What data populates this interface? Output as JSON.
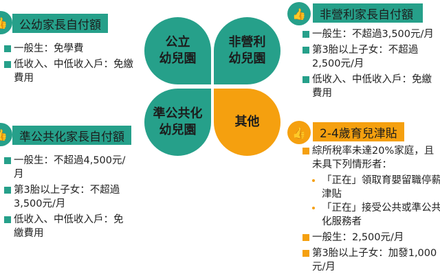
{
  "center": {
    "public": "公立\n幼兒園",
    "nonprofit": "非營利\n幼兒園",
    "quasi": "準公共化\n幼兒園",
    "other": "其他"
  },
  "public_fee": {
    "title": "公幼家長自付額",
    "items": [
      "一般生：免學費",
      "低收入、中低收入戶：免繳費用"
    ]
  },
  "quasi_fee": {
    "title": "準公共化家長自付額",
    "items": [
      "一般生：不超過4,500元/月",
      "第3胎以上子女：不超過3,500元/月",
      "低收入、中低收入戶：免繳費用"
    ]
  },
  "nonprofit_fee": {
    "title": "非營利家長自付額",
    "items": [
      "一般生：不超過3,500元/月",
      "第3胎以上子女：不超過2,500元/月",
      "低收入、中低收入戶：免繳費用"
    ]
  },
  "allowance": {
    "title": "2-4歲育兒津貼",
    "items": [
      "綜所稅率未達20%家庭，且未具下列情形者：",
      "「正在」領取育嬰留職停薪津貼",
      "「正在」接受公共或準公共化服務者",
      "一般生：2,500元/月",
      "第3胎以上子女：加發1,000元/月"
    ]
  },
  "icons": {
    "section": "thumbs-up-icon"
  },
  "colors": {
    "teal": "#26a08a",
    "orange": "#f5a00f"
  }
}
